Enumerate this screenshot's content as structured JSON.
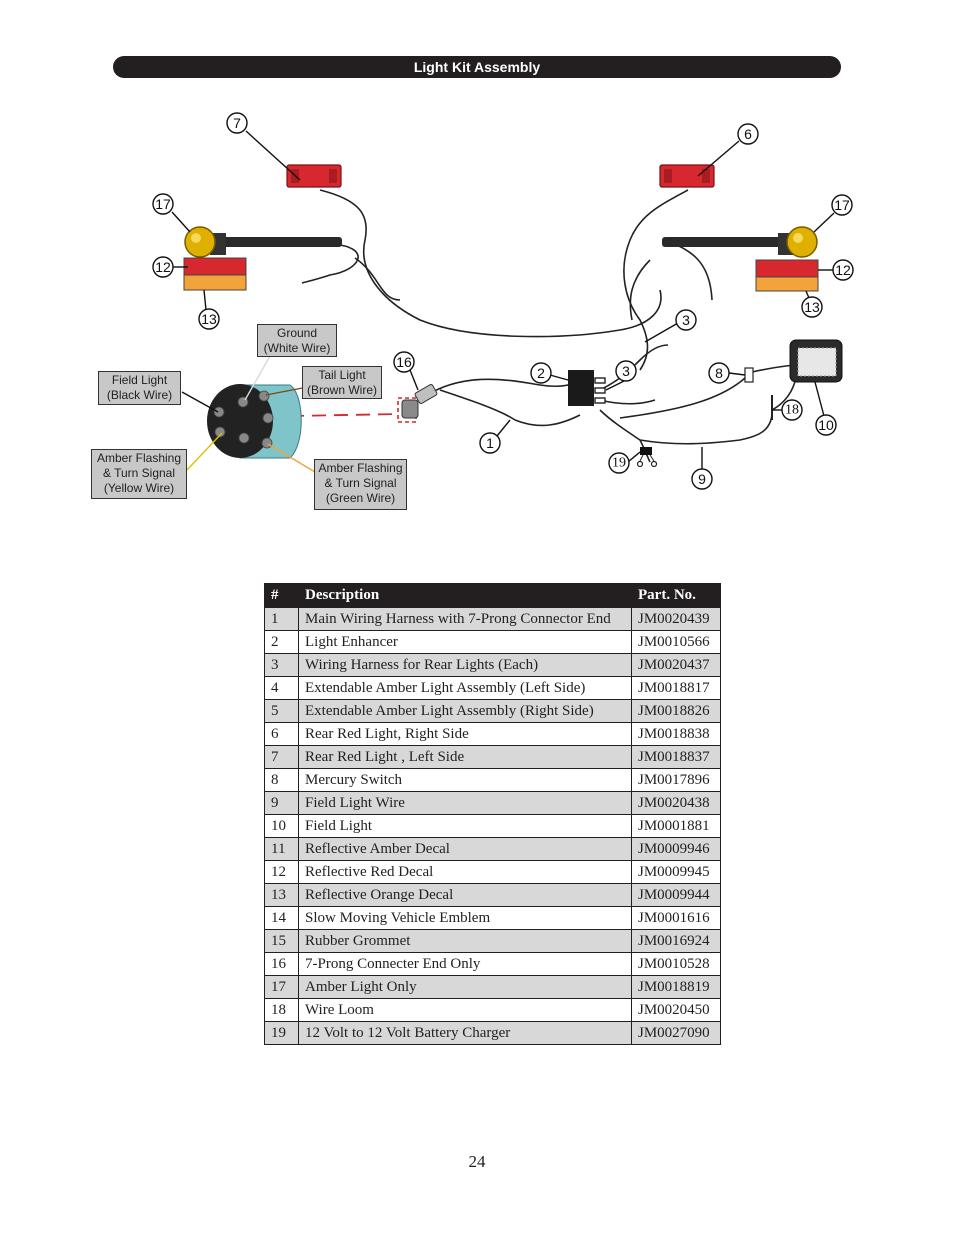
{
  "header": {
    "title": "Light Kit Assembly"
  },
  "diagram": {
    "callouts": [
      "7",
      "6",
      "17",
      "17",
      "12",
      "12",
      "13",
      "13",
      "3",
      "3",
      "2",
      "16",
      "1",
      "8",
      "18",
      "10",
      "19",
      "9"
    ],
    "wire_labels": {
      "ground": [
        "Ground",
        "(White Wire)"
      ],
      "tail": [
        "Tail Light",
        "(Brown Wire)"
      ],
      "field": [
        "Field Light",
        "(Black Wire)"
      ],
      "amber_yellow": [
        "Amber Flashing",
        "& Turn Signal",
        "(Yellow Wire)"
      ],
      "amber_green": [
        "Amber Flashing",
        "& Turn Signal",
        "(Green Wire)"
      ]
    },
    "colors": {
      "red_light": "#d7272f",
      "amber_light": "#e0b000",
      "orange_decal": "#f2a33a",
      "connector_teal": "#7fc4c8"
    }
  },
  "table": {
    "headers": [
      "#",
      "Description",
      "Part. No."
    ],
    "rows": [
      [
        "1",
        "Main Wiring Harness with 7-Prong Connector End",
        "JM0020439"
      ],
      [
        "2",
        "Light Enhancer",
        "JM0010566"
      ],
      [
        "3",
        "Wiring Harness for Rear Lights (Each)",
        "JM0020437"
      ],
      [
        "4",
        "Extendable Amber Light Assembly (Left Side)",
        "JM0018817"
      ],
      [
        "5",
        "Extendable Amber Light Assembly (Right Side)",
        "JM0018826"
      ],
      [
        "6",
        "Rear Red Light, Right Side",
        "JM0018838"
      ],
      [
        "7",
        "Rear Red Light , Left Side",
        "JM0018837"
      ],
      [
        "8",
        "Mercury Switch",
        "JM0017896"
      ],
      [
        "9",
        "Field Light Wire",
        "JM0020438"
      ],
      [
        "10",
        "Field Light",
        "JM0001881"
      ],
      [
        "11",
        "Reflective Amber Decal",
        "JM0009946"
      ],
      [
        "12",
        "Reflective Red Decal",
        "JM0009945"
      ],
      [
        "13",
        "Reflective Orange Decal",
        "JM0009944"
      ],
      [
        "14",
        "Slow Moving Vehicle Emblem",
        "JM0001616"
      ],
      [
        "15",
        "Rubber Grommet",
        "JM0016924"
      ],
      [
        "16",
        "7-Prong Connecter End Only",
        "JM0010528"
      ],
      [
        "17",
        "Amber Light Only",
        "JM0018819"
      ],
      [
        "18",
        "Wire Loom",
        "JM0020450"
      ],
      [
        "19",
        "12 Volt to 12 Volt Battery Charger",
        "JM0027090"
      ]
    ]
  },
  "footer": {
    "page_number": "24"
  }
}
